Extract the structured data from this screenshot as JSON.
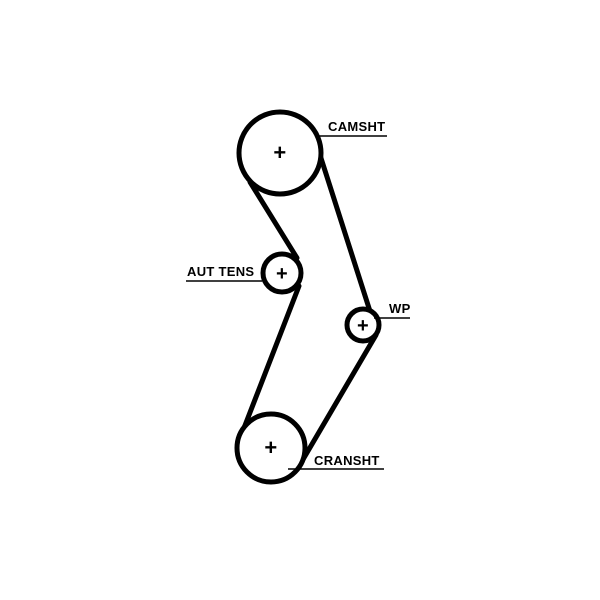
{
  "diagram": {
    "labels": {
      "camshaft": "CAMSHT",
      "auto_tensioner": "AUT TENS",
      "water_pump": "WP",
      "crankshaft": "CRANSHT"
    },
    "pulley_center_mark": "+",
    "colors": {
      "line": "#000000",
      "background": "#ffffff"
    }
  }
}
